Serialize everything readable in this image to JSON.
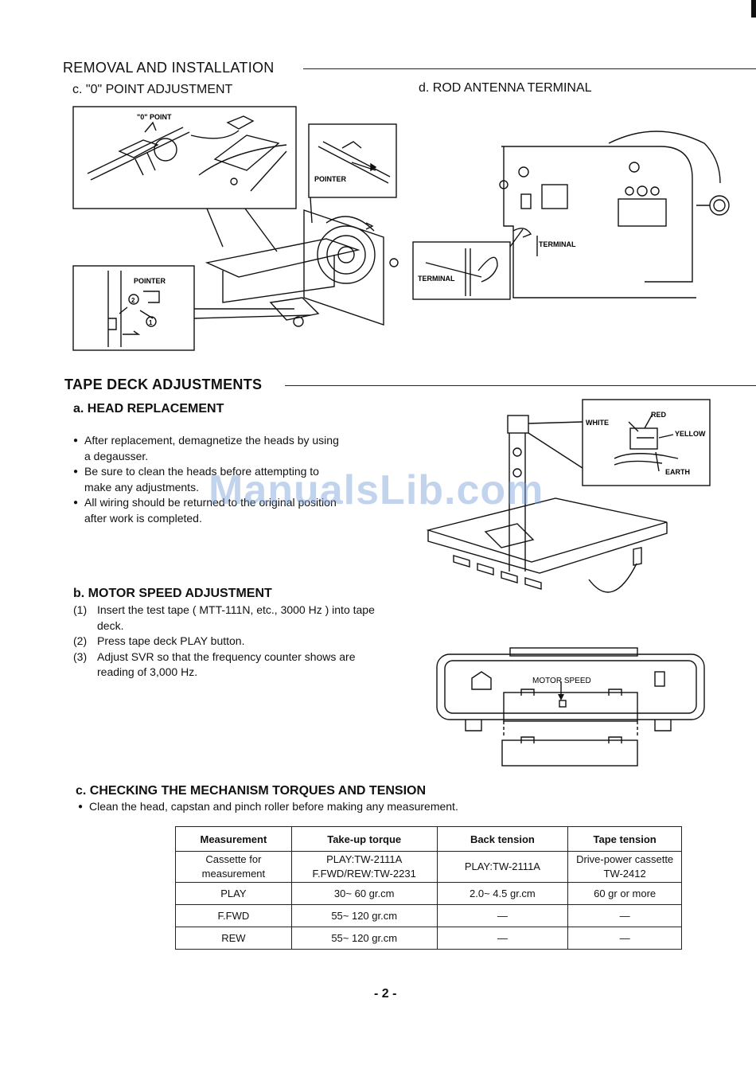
{
  "removal": {
    "title": "REMOVAL AND INSTALLATION",
    "c_title": "c. \"0\" POINT ADJUSTMENT",
    "d_title": "d. ROD ANTENNA TERMINAL",
    "fig_labels": {
      "zero_point": "\"0\" POINT",
      "pointer_top": "POINTER",
      "pointer_bottom": "POINTER",
      "terminal_main": "TERMINAL",
      "terminal_inset": "TERMINAL",
      "step1": "1",
      "step2": "2"
    }
  },
  "tape": {
    "title": "TAPE DECK ADJUSTMENTS",
    "a_title": "a. HEAD REPLACEMENT",
    "a_bullets": [
      "After replacement, demagnetize the heads by using a degausser.",
      "Be sure to clean the heads before attempting to make any adjustments.",
      "All wiring should be returned to the original position after work is completed."
    ],
    "head_labels": {
      "red": "RED",
      "white": "WHITE",
      "yellow": "YELLOW",
      "earth": "EARTH"
    },
    "b_title": "b. MOTOR SPEED ADJUSTMENT",
    "b_steps": [
      {
        "num": "(1)",
        "text": "Insert the test tape ( MTT-111N, etc., 3000 Hz ) into tape deck."
      },
      {
        "num": "(2)",
        "text": "Press tape deck PLAY button."
      },
      {
        "num": "(3)",
        "text": "Adjust SVR so that the frequency counter shows are reading of  3,000 Hz."
      }
    ],
    "motor_label": "MOTOR SPEED",
    "c_title": "c. CHECKING THE MECHANISM TORQUES AND TENSION",
    "c_bullet": "Clean the head, capstan and pinch roller before making any measurement."
  },
  "table": {
    "headers": [
      "Measurement",
      "Take-up torque",
      "Back tension",
      "Tape tension"
    ],
    "row_cassette": {
      "label_1": "Cassette for",
      "label_2": "measurement",
      "takeup_1": "PLAY:TW-2111A",
      "takeup_2": "F.FWD/REW:TW-2231",
      "back": "PLAY:TW-2111A",
      "tape_1": "Drive-power cassette",
      "tape_2": "TW-2412"
    },
    "rows": [
      [
        "PLAY",
        "30~ 60 gr.cm",
        "2.0~ 4.5 gr.cm",
        "60 gr or more"
      ],
      [
        "F.FWD",
        "55~ 120 gr.cm",
        "—",
        "—"
      ],
      [
        "REW",
        "55~ 120 gr.cm",
        "—",
        "—"
      ]
    ]
  },
  "watermark": "ManualsLib.com",
  "page_number": "- 2 -"
}
